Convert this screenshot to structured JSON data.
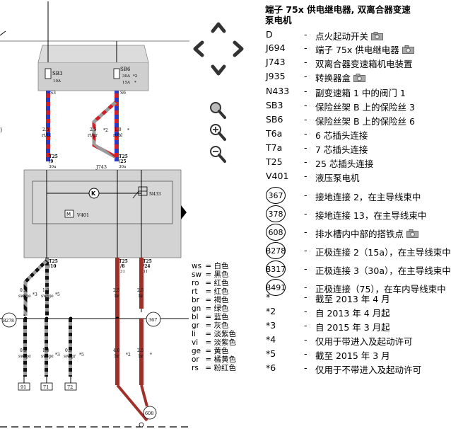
{
  "legend": {
    "title_line1": "端子 75x 供电继电器, 双离合器变速",
    "title_line2": "泵电机",
    "components": [
      {
        "code": "D",
        "desc": "点火起动开关",
        "camera": true
      },
      {
        "code": "J694",
        "desc": "端子 75x 供电继电器",
        "camera": true
      },
      {
        "code": "J743",
        "desc": "双离合器变速箱机电装置",
        "camera": false
      },
      {
        "code": "J935",
        "desc": "转换器盒",
        "camera": true
      },
      {
        "code": "N433",
        "desc": "副变速箱 1 中的阀门 1",
        "camera": false
      },
      {
        "code": "SB3",
        "desc": "保险丝架 B 上的保险丝 3",
        "camera": false
      },
      {
        "code": "SB6",
        "desc": "保险丝架 B 上的保险丝 6",
        "camera": false
      },
      {
        "code": "T6a",
        "desc": "6 芯插头连接",
        "camera": false
      },
      {
        "code": "T7a",
        "desc": "7 芯插头连接",
        "camera": false
      },
      {
        "code": "T25",
        "desc": "25 芯插头连接",
        "camera": false
      },
      {
        "code": "V401",
        "desc": "液压泵电机",
        "camera": false
      }
    ],
    "grounds": [
      {
        "code": "367",
        "desc": "接地连接 2，在主导线束中",
        "camera": false
      },
      {
        "code": "378",
        "desc": "接地连接 13，在主导线束中",
        "camera": false
      },
      {
        "code": "608",
        "desc": "排水槽内中部的搭铁点",
        "camera": true
      },
      {
        "code": "B278",
        "desc": "正极连接 2（15a），在主导线束中",
        "camera": false
      },
      {
        "code": "B317",
        "desc": "正极连接 3（30a），在主导线束中",
        "camera": false
      },
      {
        "code": "B491",
        "desc": "正极连接（75），在车内导线束中",
        "camera": false
      }
    ],
    "notes": [
      {
        "code": "*",
        "desc": "截至 2013 年 4 月"
      },
      {
        "code": "*2",
        "desc": "自 2013 年 4 月起"
      },
      {
        "code": "*3",
        "desc": "自 2015 年 3 月起"
      },
      {
        "code": "*4",
        "desc": "仅用于带进入及起动许可"
      },
      {
        "code": "*5",
        "desc": "截至 2015 年 3 月"
      },
      {
        "code": "*6",
        "desc": "仅用于不带进入及起动许可"
      }
    ],
    "dash": "-"
  },
  "colors": [
    {
      "code": "ws",
      "name": "白色"
    },
    {
      "code": "sw",
      "name": "黑色"
    },
    {
      "code": "ro",
      "name": "红色"
    },
    {
      "code": "rt",
      "name": "红色"
    },
    {
      "code": "br",
      "name": "褐色"
    },
    {
      "code": "gn",
      "name": "绿色"
    },
    {
      "code": "bl",
      "name": "蓝色"
    },
    {
      "code": "gr",
      "name": "灰色"
    },
    {
      "code": "li",
      "name": "淡紫色"
    },
    {
      "code": "vi",
      "name": "淡紫色"
    },
    {
      "code": "ge",
      "name": "黄色"
    },
    {
      "code": "or",
      "name": "橘黄色"
    },
    {
      "code": "rs",
      "name": "粉红色"
    }
  ],
  "diagram": {
    "fuse_left": "SB3",
    "fuse_left_rating": "10A",
    "fuse_right": "SB6",
    "fuse_right_rating_a": "30A",
    "fuse_right_rating_b": "15A",
    "fuse_right_note_a": "*2",
    "fuse_right_note_b": "*",
    "pin_s3": "S3",
    "pin_s6": "S6",
    "w1_size": "2.5",
    "w1_color": "rt/bl",
    "w2_size": "2.5",
    "w2_color": "rt/gr",
    "w2_note": "*2",
    "w3_size": "1.0",
    "w3_color": "rt/bl",
    "w3_note": "*",
    "conn_a": "T25",
    "conn_a_pin": "/9",
    "conn_a_ext": "30a",
    "conn_b": "T25",
    "conn_b_pin": "/25",
    "conn_b_ext": "30a",
    "module": "J743",
    "valve": "N433",
    "motor": "V401",
    "bot1": "T25",
    "bot1_pin": "/10",
    "bot2": "T25",
    "bot2_pin": "/8",
    "bot2_ext": "31",
    "bot3": "T25",
    "bot3_pin": "/24",
    "bot3_ext": "31",
    "b1_size": "0.5",
    "b1_color": "sw/ge",
    "b1_note": "*3",
    "b2_size": "1.0",
    "b2_color": "sw/ge",
    "b2_note": "*5",
    "b3_size": "2.5",
    "b3_color": "br",
    "b4_size": "2.5",
    "b4_color": "br",
    "c1_size": "0.5",
    "c1_color": "sw/ge",
    "c1_note": "*3",
    "c2_size": "0.5",
    "c2_color": "sw/gr",
    "c2_note": "*5",
    "c3_size": "4.0",
    "c3_color": "br",
    "c3_note": "*2",
    "c4_size": "2.5",
    "c4_color": "br",
    "c4_note": "*",
    "ref1": "91",
    "ref2": "71",
    "ref3": "72",
    "ground_b278": "B278",
    "ground_367": "367",
    "ground_608": "608"
  },
  "nav": [
    "up-arrow",
    "left-arrow",
    "right-arrow",
    "down-arrow",
    "zoom-fit",
    "zoom-in",
    "zoom-out"
  ]
}
